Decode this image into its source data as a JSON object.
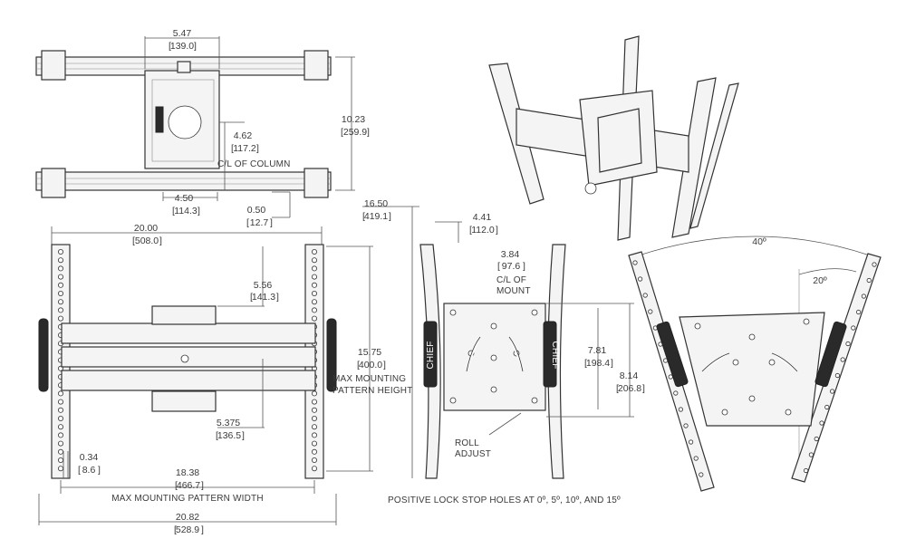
{
  "top_view": {
    "d1_in": "5.47",
    "d1_mm": "139.0",
    "d2_in": "10.23",
    "d2_mm": "259.9",
    "d3_in": "4.62",
    "d3_mm": "117.2",
    "cl_column": "C/L OF COLUMN",
    "d4_in": "4.50",
    "d4_mm": "114.3",
    "d5_in": "0.50",
    "d5_mm": "12.7"
  },
  "front_view": {
    "width_in": "20.00",
    "width_mm": "508.0",
    "d_5_56_in": "5.56",
    "d_5_56_mm": "141.3",
    "height_in": "15.75",
    "height_mm": "400.0",
    "height_label_1": "MAX MOUNTING",
    "height_label_2": "PATTERN HEIGHT",
    "d_5375_in": "5.375",
    "d_5375_mm": "136.5",
    "d_034_in": "0.34",
    "d_034_mm": "8.6",
    "pw_in": "18.38",
    "pw_mm": "466.7",
    "pattern_width_label": "MAX MOUNTING PATTERN WIDTH",
    "overall_in": "20.82",
    "overall_mm": "528.9"
  },
  "side_view": {
    "depth_in": "16.50",
    "depth_mm": "419.1",
    "d_441_in": "4.41",
    "d_441_mm": "112.0",
    "d_384_in": "3.84",
    "d_384_mm": "97.6",
    "cl_mount_1": "C/L OF",
    "cl_mount_2": "MOUNT",
    "d_781_in": "7.81",
    "d_781_mm": "198.4",
    "d_814_in": "8.14",
    "d_814_mm": "206.8",
    "roll_1": "ROLL",
    "roll_2": "ADJUST",
    "brand": "CHIEF"
  },
  "tilt_view": {
    "angle_total": "40º",
    "angle_half": "20º"
  },
  "note": "POSITIVE LOCK STOP HOLES AT 0º, 5º, 10º, AND 15º"
}
